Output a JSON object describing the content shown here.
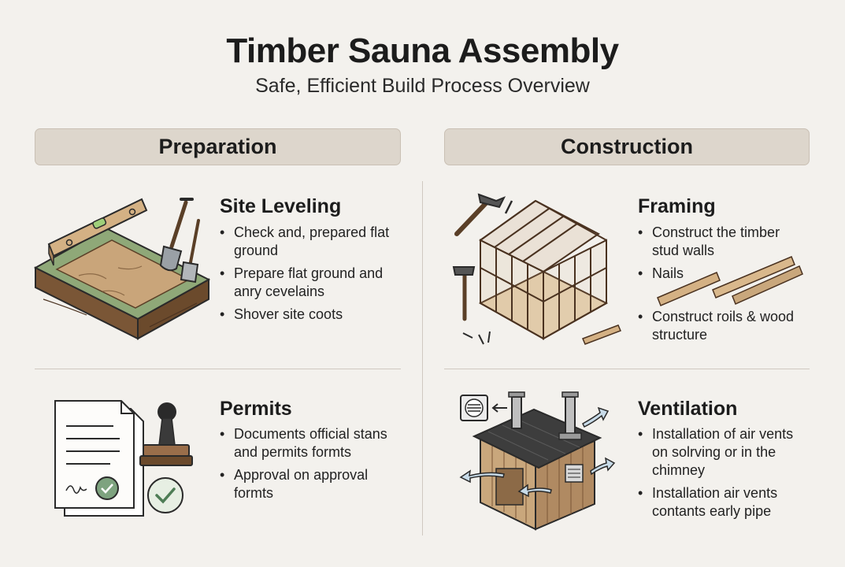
{
  "header": {
    "title": "Timber Sauna Assembly",
    "subtitle": "Safe, Efficient Build Process Overview"
  },
  "columns": [
    {
      "label": "Preparation"
    },
    {
      "label": "Construction"
    }
  ],
  "steps": {
    "site_leveling": {
      "title": "Site Leveling",
      "bullets": [
        "Check and, prepared flat ground",
        "Prepare flat ground and anry cevelains",
        "Shover site coots"
      ]
    },
    "permits": {
      "title": "Permits",
      "bullets": [
        "Documents official stans and permits formts",
        "Approval on approval formts"
      ]
    },
    "framing": {
      "title": "Framing",
      "bullets": [
        "Construct the timber stud walls",
        "Nails",
        "Construct roils & wood structure"
      ]
    },
    "ventilation": {
      "title": "Ventilation",
      "bullets": [
        "Installation of air vents on solrving or in the chimney",
        "Installation air vents contants early pipe"
      ]
    }
  },
  "icons": {
    "site_leveling": [
      "spirit-level-icon",
      "ground-plot-icon",
      "shovel-icon",
      "spade-icon"
    ],
    "permits": [
      "document-icon",
      "rubber-stamp-icon",
      "approved-check-icon"
    ],
    "framing": [
      "hammer-icon",
      "timber-frame-icon",
      "nail-icon",
      "wood-plank-icon"
    ],
    "ventilation": [
      "wall-vent-icon",
      "sauna-cabin-icon",
      "chimney-icon",
      "airflow-arrow-icon"
    ]
  },
  "colors": {
    "background": "#f3f1ed",
    "header_pill": "#ddd6cc",
    "wood": "#c9a77c",
    "wood_dark": "#6b4a2c",
    "soil": "#b08a62",
    "grass": "#8fa878",
    "stamp_green": "#6f9a72"
  }
}
